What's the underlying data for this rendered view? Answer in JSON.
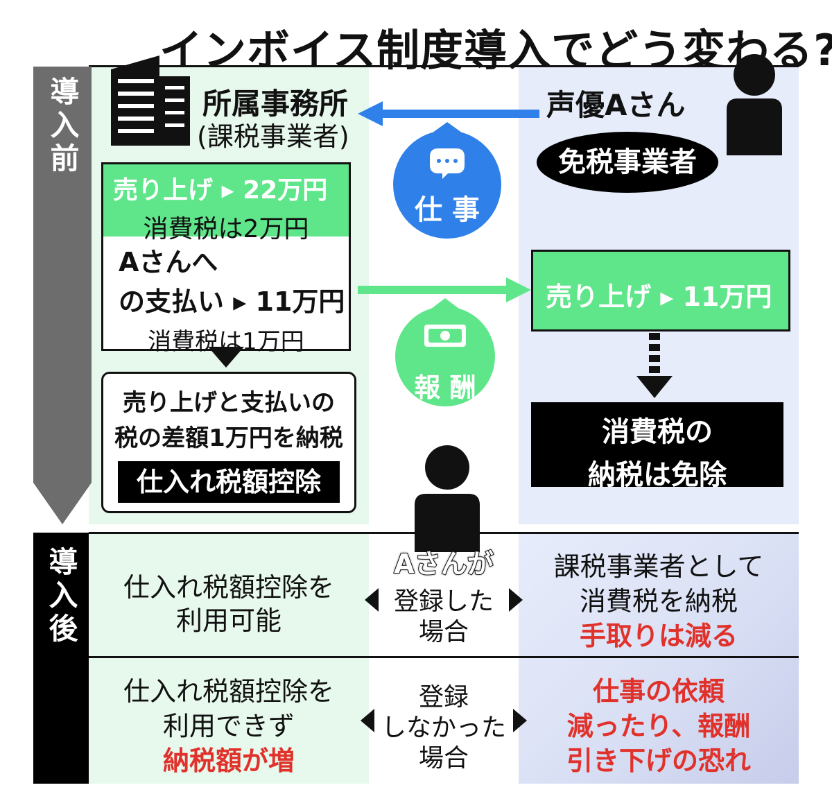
{
  "title": "インボイス制度導入でどう変わる?",
  "sections": {
    "before": "導入前",
    "after": "導入後"
  },
  "office": {
    "name": "所属事務所",
    "type": "(課税事業者)"
  },
  "actor": {
    "name": "声優Aさん",
    "type": "免税事業者"
  },
  "bubbles": {
    "work": "仕 事",
    "pay": "報 酬"
  },
  "office_box": {
    "sales": "売り上げ ▸ 22万円",
    "sales_tax": "消費税は2万円",
    "payment_line1": "Aさんへ",
    "payment_line2": "の支払い ▸ 11万円",
    "payment_tax": "消費税は1万円"
  },
  "net_box": {
    "line1": "売り上げと支払いの",
    "line2": "税の差額1万円を納税",
    "label": "仕入れ税額控除"
  },
  "actor_sales": "売り上げ ▸ 11万円",
  "exempt_box": {
    "line1": "消費税の",
    "line2": "納税は免除"
  },
  "after": {
    "registered": {
      "condition_head": "Aさんが",
      "condition_line1": "登録した",
      "condition_line2": "場合",
      "left_line1": "仕入れ税額控除を",
      "left_line2": "利用可能",
      "right_line1": "課税事業者として",
      "right_line2": "消費税を納税",
      "right_line3": "手取りは減る"
    },
    "not_registered": {
      "condition_line1": "登録",
      "condition_line2": "しなかった",
      "condition_line3": "場合",
      "left_line1": "仕入れ税額控除を",
      "left_line2": "利用できず",
      "left_line3": "納税額が増",
      "right_line1": "仕事の依頼",
      "right_line2": "減ったり、報酬",
      "right_line3": "引き下げの恐れ"
    }
  },
  "colors": {
    "blue": "#2f80e8",
    "green": "#5fe58a",
    "red": "#e0312b",
    "panel_green": "#e7f8ec",
    "panel_blue": "#e6ecfa"
  }
}
